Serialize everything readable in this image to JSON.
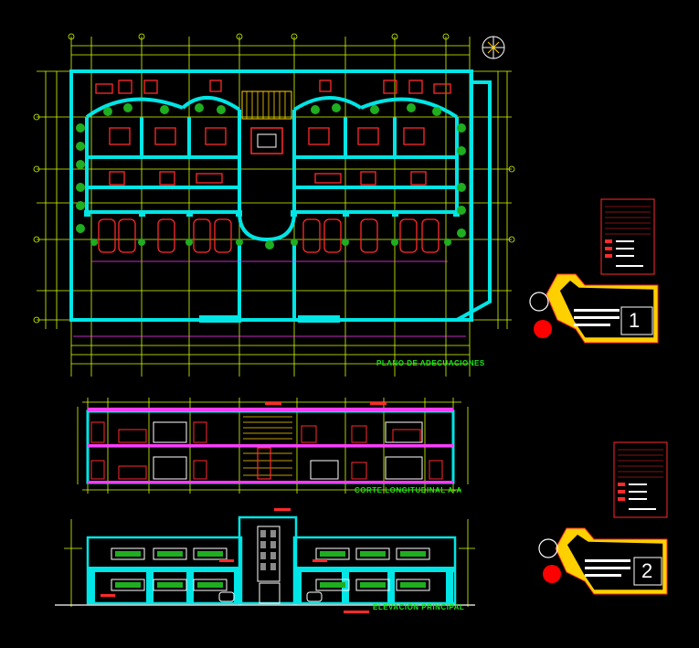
{
  "drawing": {
    "background": "#000000",
    "colors": {
      "walls": "#00e5e5",
      "grid": "#d8ff00",
      "furniture": "#ff2a2a",
      "trees": "#1fae1f",
      "dims": "#ff3cff",
      "white": "#ffffff",
      "yellow": "#ffd000"
    }
  },
  "labels": {
    "plan_title": "PLANO DE ADECUACIONES",
    "section_title": "CORTE LONGITUDINAL A-A",
    "elevation_title": "ELEVACIÓN PRINCIPAL"
  },
  "title_blocks": [
    {
      "sheet_number": "1"
    },
    {
      "sheet_number": "2"
    }
  ]
}
